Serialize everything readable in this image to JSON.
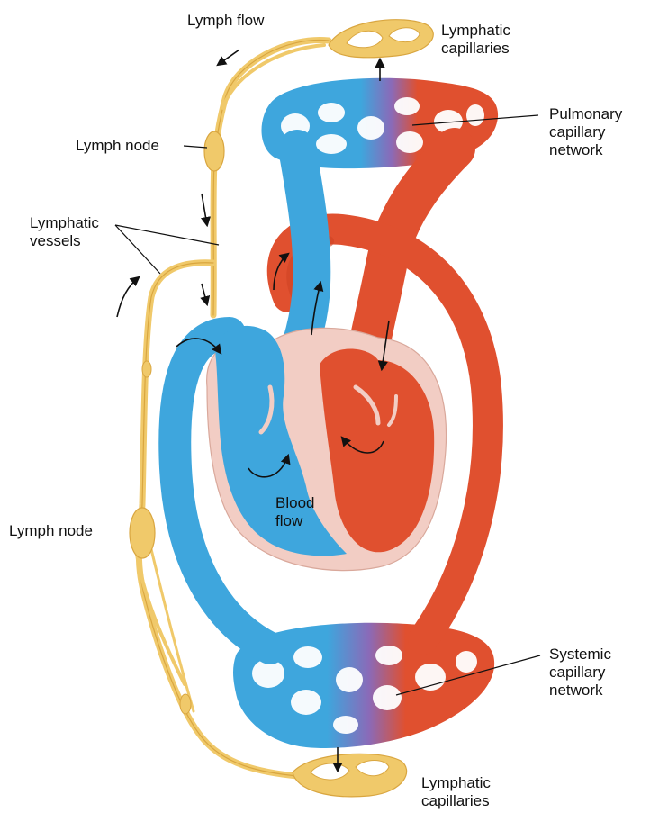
{
  "labels": {
    "lymph_flow": "Lymph flow",
    "lymphatic_capillaries_top": "Lymphatic\ncapillaries",
    "pulmonary_capillary_network": "Pulmonary\ncapillary\nnetwork",
    "lymph_node_top": "Lymph node",
    "lymphatic_vessels": "Lymphatic\nvessels",
    "blood_flow": "Blood\nflow",
    "lymph_node_bottom": "Lymph node",
    "systemic_capillary_network": "Systemic\ncapillary\nnetwork",
    "lymphatic_capillaries_bottom": "Lymphatic\ncapillaries"
  },
  "colors": {
    "deoxygenated_blood": "#3ea6dd",
    "oxygenated_blood": "#e0502f",
    "capillary_mix": "#8a6ab8",
    "lymph": "#f0c96a",
    "heart_wall": "#f2cdc4",
    "arrow": "#111111"
  }
}
